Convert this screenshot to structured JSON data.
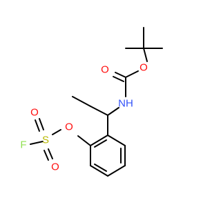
{
  "atoms": {
    "o_carbonyl": "O",
    "o_ester": "O",
    "nh": "NH",
    "o_link": "O",
    "s": "S",
    "o_s1": "O",
    "o_s2": "O",
    "f": "F"
  },
  "colors": {
    "bond": "#000000",
    "oxygen": "#ff0d0d",
    "nitrogen": "#3050f8",
    "sulfur": "#b8b800",
    "fluorine": "#90e050",
    "background": "#ffffff"
  }
}
